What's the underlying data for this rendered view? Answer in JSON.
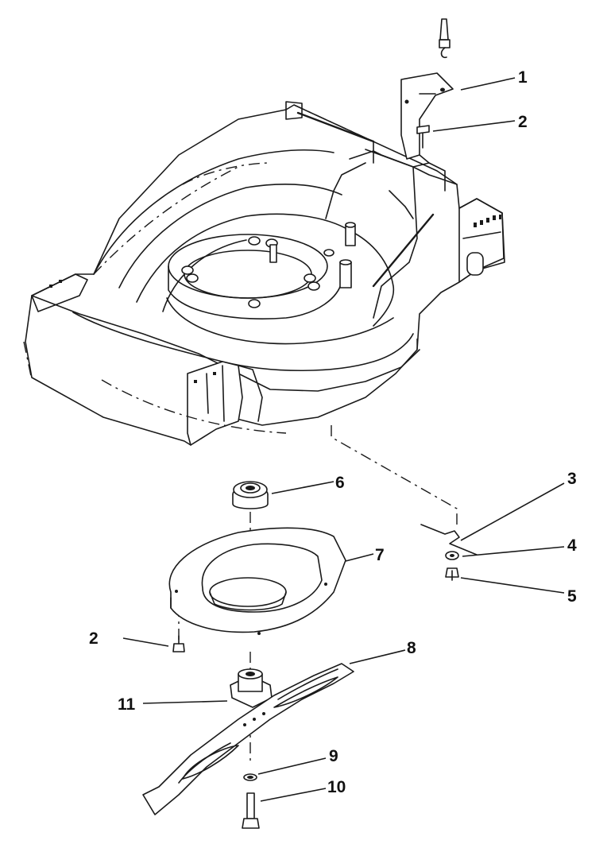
{
  "callouts": {
    "c1": "1",
    "c2a": "2",
    "c2b": "2",
    "c3": "3",
    "c4": "4",
    "c5": "5",
    "c6": "6",
    "c7": "7",
    "c8": "8",
    "c9": "9",
    "c10": "10",
    "c11": "11"
  }
}
